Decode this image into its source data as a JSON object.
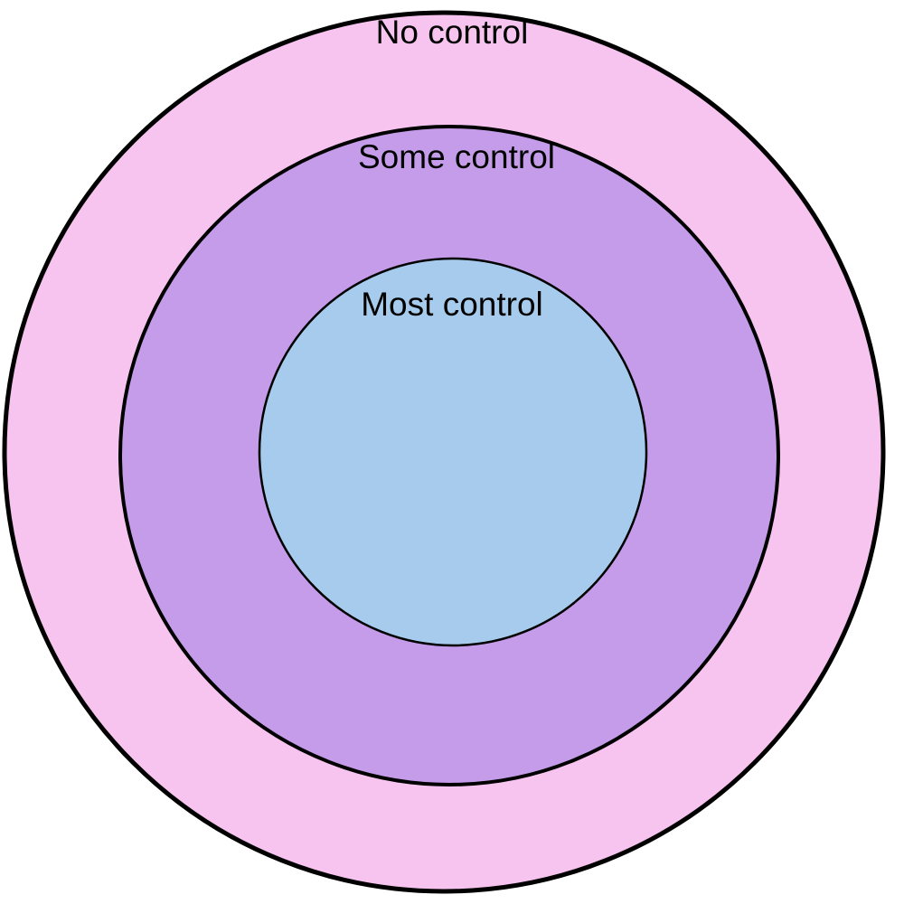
{
  "diagram": {
    "type": "concentric-circles",
    "background_color": "#ffffff",
    "stroke_color": "#000000",
    "rings": [
      {
        "label": "No control",
        "color": "#f6c4ee"
      },
      {
        "label": "Some control",
        "color": "#c59ce9"
      },
      {
        "label": "Most control",
        "color": "#a6cbec"
      }
    ]
  }
}
